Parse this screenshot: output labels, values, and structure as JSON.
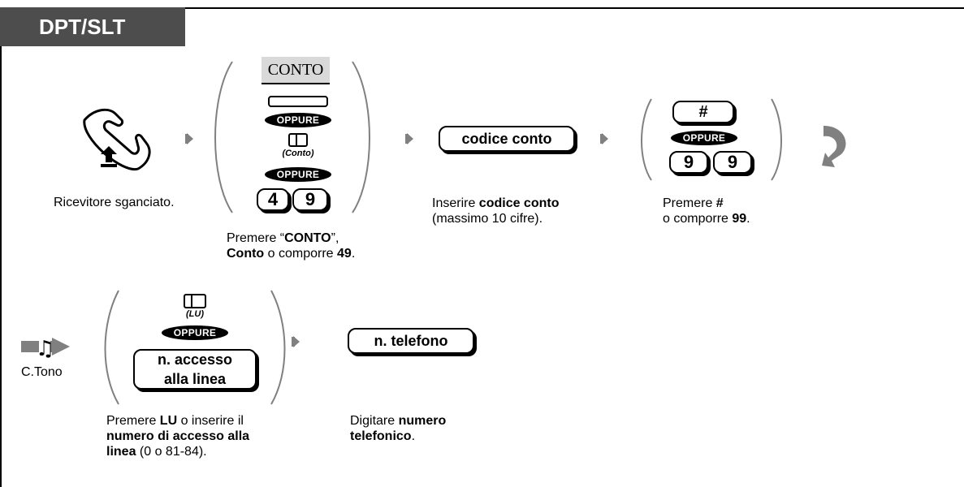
{
  "header": {
    "tab_label": "DPT/SLT"
  },
  "row1": {
    "step1": {
      "caption": "Ricevitore sganciato."
    },
    "step2": {
      "display_label": "CONTO",
      "or1": "OPPURE",
      "flex_key_label": "(Conto)",
      "or2": "OPPURE",
      "keys": [
        "4",
        "9"
      ],
      "caption_pre": "Premere “",
      "caption_b1": "CONTO",
      "caption_mid": "”,",
      "caption_b2": "Conto",
      "caption_mid2": " o comporre ",
      "caption_b3": "49",
      "caption_end": "."
    },
    "step3": {
      "key_label": "codice conto",
      "caption_pre": "Inserire ",
      "caption_b": "codice conto",
      "caption_line2": "(massimo 10 cifre)."
    },
    "step4": {
      "hash_key": "#",
      "or": "OPPURE",
      "keys": [
        "9",
        "9"
      ],
      "caption_line1_pre": "Premere ",
      "caption_line1_b": "#",
      "caption_line2_pre": "o comporre ",
      "caption_line2_b": "99",
      "caption_line2_end": "."
    }
  },
  "row2": {
    "tone": {
      "caption": "C.Tono"
    },
    "step5": {
      "flex_key_label": "(LU)",
      "or": "OPPURE",
      "access_key_line1": "n. accesso",
      "access_key_line2": "alla linea",
      "caption_line1_pre": "Premere ",
      "caption_line1_b": "LU",
      "caption_line1_end": " o inserire il",
      "caption_line2_b": "numero di accesso alla",
      "caption_line3_b": "linea",
      "caption_line3_end": " (0 o 81-84)."
    },
    "step6": {
      "key_label": "n. telefono",
      "caption_line1_pre": "Digitare ",
      "caption_line1_b": "numero",
      "caption_line2_b": "telefonico",
      "caption_line2_end": "."
    }
  }
}
